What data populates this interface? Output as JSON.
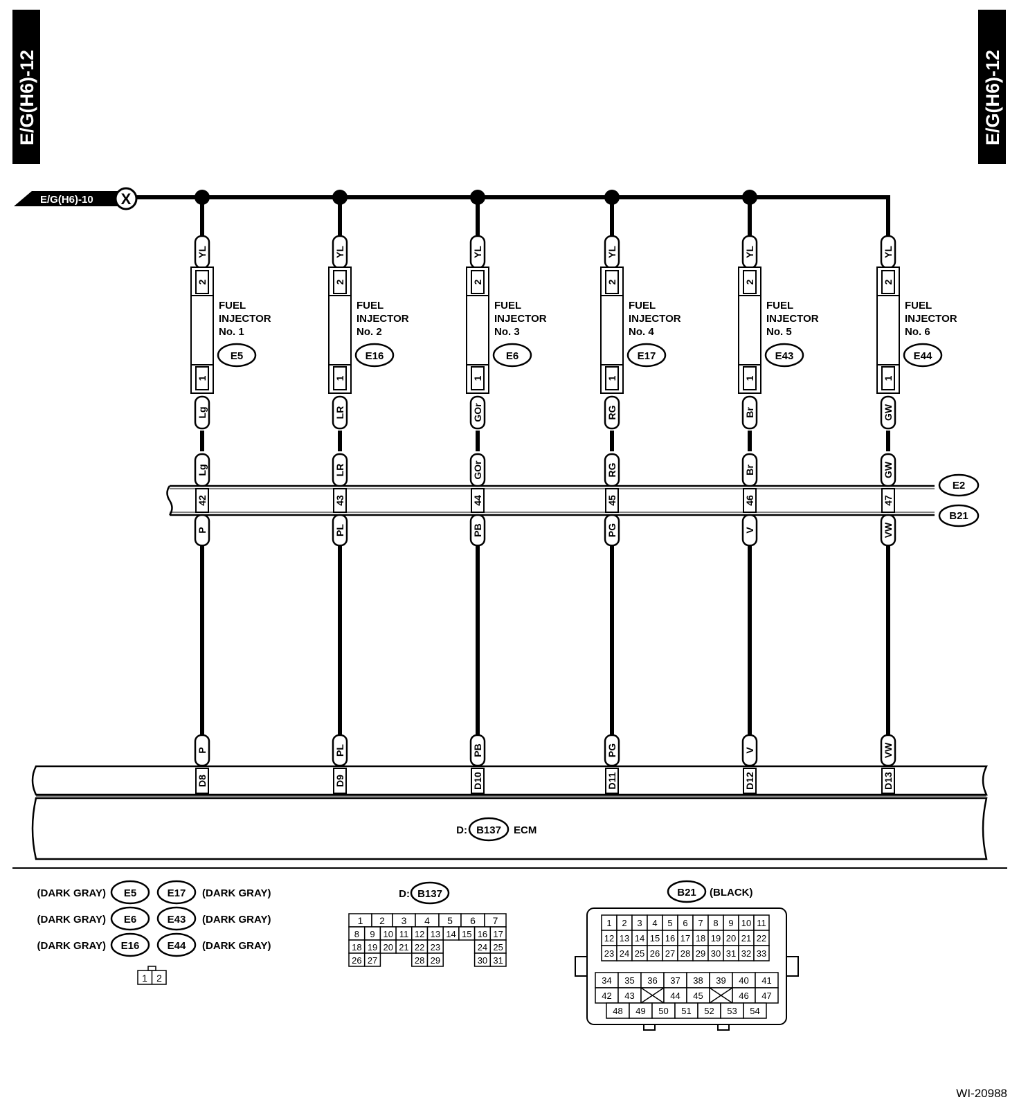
{
  "header": {
    "page_tag": "E/G(H6)-12"
  },
  "source": {
    "ref": "E/G(H6)-10",
    "marker": "X"
  },
  "injectors": [
    {
      "label": [
        "FUEL",
        "INJECTOR",
        "No. 1"
      ],
      "connector": "E5",
      "top_wire": "YL",
      "pin_top": "2",
      "pin_bottom": "1",
      "wire_a": "Lg",
      "jc_pin": "42",
      "wire_b": "P",
      "ecm_pin": "D8"
    },
    {
      "label": [
        "FUEL",
        "INJECTOR",
        "No. 2"
      ],
      "connector": "E16",
      "top_wire": "YL",
      "pin_top": "2",
      "pin_bottom": "1",
      "wire_a": "LR",
      "jc_pin": "43",
      "wire_b": "PL",
      "ecm_pin": "D9"
    },
    {
      "label": [
        "FUEL",
        "INJECTOR",
        "No. 3"
      ],
      "connector": "E6",
      "top_wire": "YL",
      "pin_top": "2",
      "pin_bottom": "1",
      "wire_a": "GOr",
      "jc_pin": "44",
      "wire_b": "PB",
      "ecm_pin": "D10"
    },
    {
      "label": [
        "FUEL",
        "INJECTOR",
        "No. 4"
      ],
      "connector": "E17",
      "top_wire": "YL",
      "pin_top": "2",
      "pin_bottom": "1",
      "wire_a": "RG",
      "jc_pin": "45",
      "wire_b": "PG",
      "ecm_pin": "D11"
    },
    {
      "label": [
        "FUEL",
        "INJECTOR",
        "No. 5"
      ],
      "connector": "E43",
      "top_wire": "YL",
      "pin_top": "2",
      "pin_bottom": "1",
      "wire_a": "Br",
      "jc_pin": "46",
      "wire_b": "V",
      "ecm_pin": "D12"
    },
    {
      "label": [
        "FUEL",
        "INJECTOR",
        "No. 6"
      ],
      "connector": "E44",
      "top_wire": "YL",
      "pin_top": "2",
      "pin_bottom": "1",
      "wire_a": "GW",
      "jc_pin": "47",
      "wire_b": "VW",
      "ecm_pin": "D13"
    }
  ],
  "junction": {
    "top_connector": "E2",
    "bottom_connector": "B21"
  },
  "ecm": {
    "prefix": "D:",
    "connector": "B137",
    "name": "ECM"
  },
  "legend": {
    "pairs": [
      {
        "left": "E5",
        "right": "E17"
      },
      {
        "left": "E6",
        "right": "E43"
      },
      {
        "left": "E16",
        "right": "E44"
      }
    ],
    "color": "(DARK GRAY)",
    "plug_pins": [
      "1",
      "2"
    ]
  },
  "b137_view": {
    "prefix": "D:",
    "connector": "B137",
    "rows": [
      [
        "1",
        "",
        "2",
        "3",
        "4",
        "5",
        "6",
        "7"
      ],
      [
        "8",
        "9",
        "10",
        "11",
        "12",
        "13",
        "14",
        "15",
        "16",
        "17"
      ],
      [
        "18",
        "19",
        "20",
        "21",
        "22",
        "23",
        "",
        "",
        "24",
        "25"
      ],
      [
        "26",
        "27",
        "",
        "",
        "28",
        "29",
        "",
        "",
        "30",
        "31"
      ]
    ]
  },
  "b21_view": {
    "connector": "B21",
    "color": "(BLACK)",
    "top_rows": [
      [
        "1",
        "2",
        "3",
        "4",
        "5",
        "6",
        "7",
        "8",
        "9",
        "10",
        "11"
      ],
      [
        "12",
        "13",
        "14",
        "15",
        "16",
        "17",
        "18",
        "19",
        "20",
        "21",
        "22"
      ],
      [
        "23",
        "24",
        "25",
        "26",
        "27",
        "28",
        "29",
        "30",
        "31",
        "32",
        "33"
      ]
    ],
    "mid_rows": [
      [
        "34",
        "35",
        "36",
        "37",
        "38",
        "39",
        "40",
        "41"
      ],
      [
        "42",
        "43",
        "",
        "44",
        "45",
        "",
        "46",
        "47"
      ]
    ],
    "bottom_row": [
      "48",
      "49",
      "50",
      "51",
      "52",
      "53",
      "54"
    ]
  },
  "footer": {
    "figure_id": "WI-20988"
  }
}
